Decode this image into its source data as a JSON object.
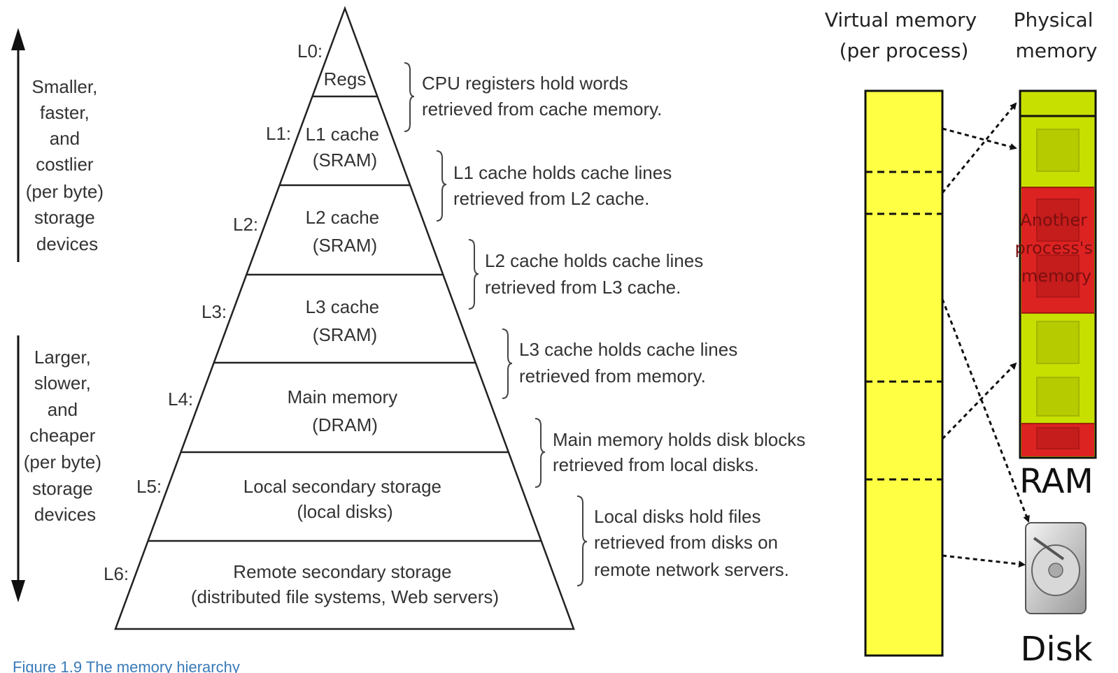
{
  "pyramid": {
    "left_top_text": [
      "Smaller,",
      "faster,",
      "and",
      "costlier",
      "(per byte)",
      "storage",
      "devices"
    ],
    "left_bottom_text": [
      "Larger,",
      "slower,",
      "and",
      "cheaper",
      "(per byte)",
      "storage",
      "devices"
    ],
    "levels": [
      {
        "label": "L0:",
        "lines": [
          "Regs"
        ]
      },
      {
        "label": "L1:",
        "lines": [
          "L1 cache",
          "(SRAM)"
        ]
      },
      {
        "label": "L2:",
        "lines": [
          "L2 cache",
          "(SRAM)"
        ]
      },
      {
        "label": "L3:",
        "lines": [
          "L3 cache",
          "(SRAM)"
        ]
      },
      {
        "label": "L4:",
        "lines": [
          "Main memory",
          "(DRAM)"
        ]
      },
      {
        "label": "L5:",
        "lines": [
          "Local secondary storage",
          "(local disks)"
        ]
      },
      {
        "label": "L6:",
        "lines": [
          "Remote secondary storage",
          "(distributed file systems, Web servers)"
        ]
      }
    ],
    "descriptions": [
      [
        "CPU registers hold words",
        "retrieved from cache memory."
      ],
      [
        "L1 cache holds cache lines",
        "retrieved from L2 cache."
      ],
      [
        "L2 cache holds cache lines",
        "retrieved from L3 cache."
      ],
      [
        "L3 cache holds cache lines",
        "retrieved from memory."
      ],
      [
        "Main memory holds disk blocks",
        "retrieved from local disks."
      ],
      [
        "Local disks hold files",
        "retrieved from disks on",
        "remote network servers."
      ]
    ],
    "caption": "Figure 1.9   The memory hierarchy"
  },
  "vm": {
    "virtual_header": [
      "Virtual memory",
      "(per process)"
    ],
    "physical_header": [
      "Physical",
      "memory"
    ],
    "another_process": [
      "Another",
      "process's",
      "memory"
    ],
    "ram_label": "RAM",
    "disk_label": "Disk",
    "colors": {
      "virtual": "#ffff44",
      "ram": "#c8e000",
      "other": "#dd2222",
      "disk": "#bbbbbb"
    }
  }
}
